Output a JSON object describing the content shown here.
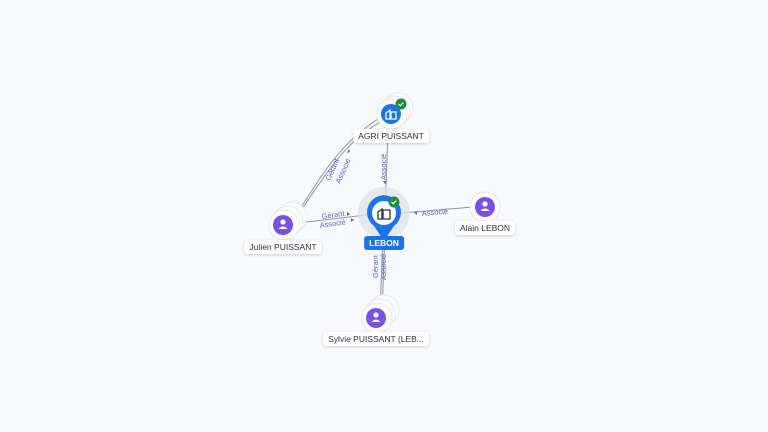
{
  "colors": {
    "person": "#7b4fe0",
    "company": "#1a73e8",
    "verified": "#1e8e3e",
    "edge": "#8a93a6",
    "edge_label": "#5b5fc7"
  },
  "nodes": {
    "lebon": {
      "label": "LEBON",
      "icon": "building-icon",
      "verified": true
    },
    "agri": {
      "label": "AGRI PUISSANT",
      "icon": "building-icon",
      "verified": true
    },
    "julien": {
      "label": "Julien PUISSANT",
      "icon": "person-icon"
    },
    "alain": {
      "label": "Alain LEBON",
      "icon": "person-icon"
    },
    "sylvie": {
      "label": "Sylvie PUISSANT (LEB...",
      "icon": "person-icon"
    }
  },
  "edges": {
    "agri_lebon": {
      "label": "Associé"
    },
    "julien_agri_1": {
      "label": "Gérant"
    },
    "julien_agri_2": {
      "label": "Associé"
    },
    "julien_lebon_1": {
      "label": "Gérant"
    },
    "julien_lebon_2": {
      "label": "Associé"
    },
    "alain_lebon": {
      "label": "Associé"
    },
    "sylvie_lebon_1": {
      "label": "Gérant"
    },
    "sylvie_lebon_2": {
      "label": "Associé"
    }
  }
}
